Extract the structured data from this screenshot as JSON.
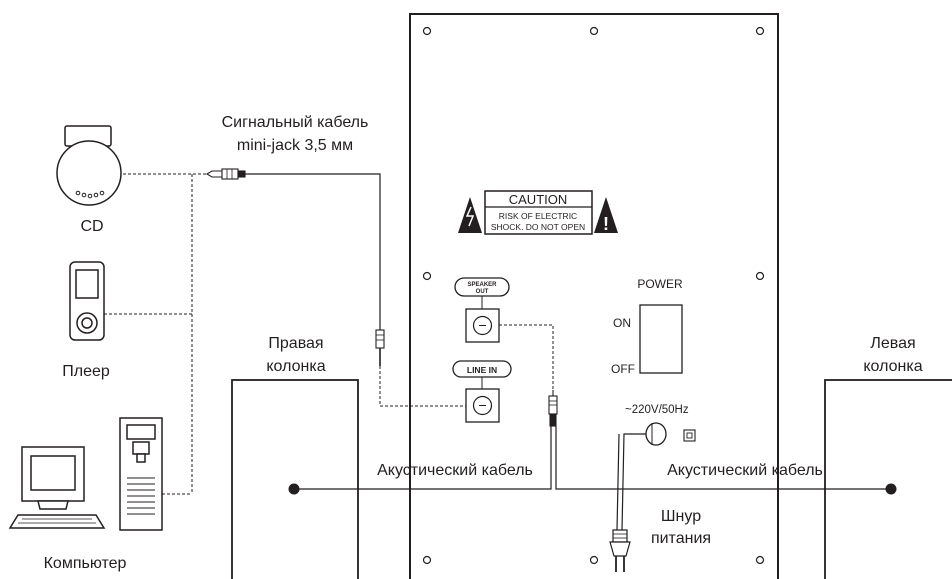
{
  "labels": {
    "signal_cable_line1": "Сигнальный кабель",
    "signal_cable_line2": "mini-jack 3,5 мм",
    "cd": "CD",
    "player": "Плеер",
    "computer": "Компьютер",
    "right_speaker_line1": "Правая",
    "right_speaker_line2": "колонка",
    "left_speaker_line1": "Левая",
    "left_speaker_line2": "колонка",
    "acoustic_cable_left": "Акустический кабель",
    "acoustic_cable_right": "Акустический кабель",
    "power_cord_line1": "Шнур",
    "power_cord_line2": "питания"
  },
  "panel": {
    "caution_title": "CAUTION",
    "caution_line1": "RISK OF ELECTRIC",
    "caution_line2": "SHOCK.  DO NOT OPEN",
    "speaker_out_line1": "SPEAKER",
    "speaker_out_line2": "OUT",
    "line_in": "LINE IN",
    "power": "POWER",
    "on": "ON",
    "off": "OFF",
    "voltage": "~220V/50Hz"
  },
  "colors": {
    "ink": "#231f20",
    "background": "#ffffff"
  }
}
